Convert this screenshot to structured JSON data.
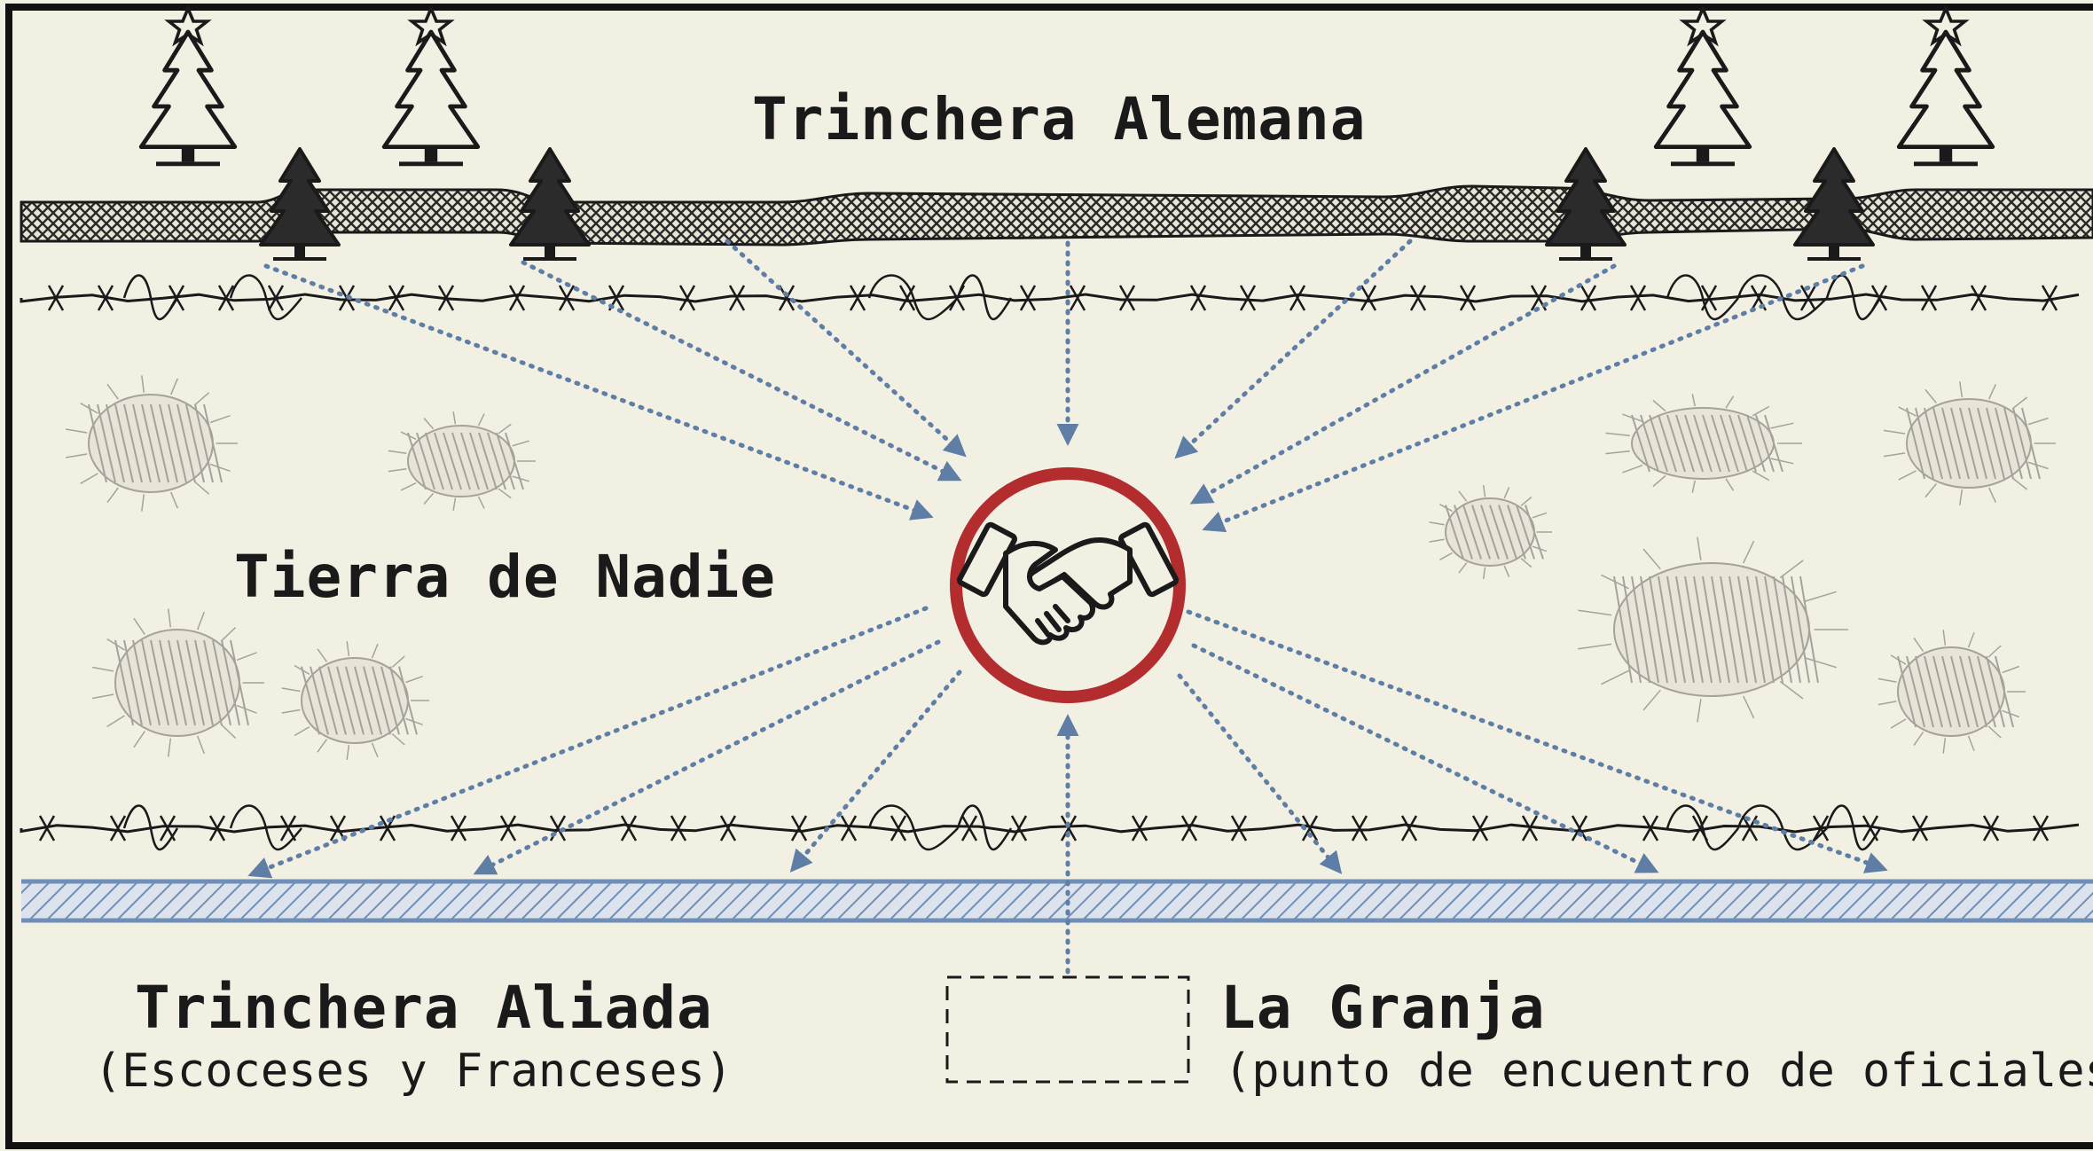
{
  "labels": {
    "german_trench": "Trinchera Alemana",
    "no_mans_land": "Tierra de Nadie",
    "allied_trench": "Trinchera Aliada",
    "allied_trench_sub": "(Escoceses y Franceses)",
    "farm": "La Granja",
    "farm_sub": "(punto de encuentro de oficiales)"
  },
  "icons": {
    "center": "handshake-icon",
    "trees": "christmas-tree-icon",
    "wire": "barbed-wire",
    "craters": "shell-crater"
  },
  "colors": {
    "paper": "#f2efe3",
    "ink": "#1a1a1a",
    "arrow": "#5f7ea6",
    "circle": "#b32d2e",
    "allied_trench": "#6f8fb8",
    "german_trench": "#2a2a2a"
  }
}
